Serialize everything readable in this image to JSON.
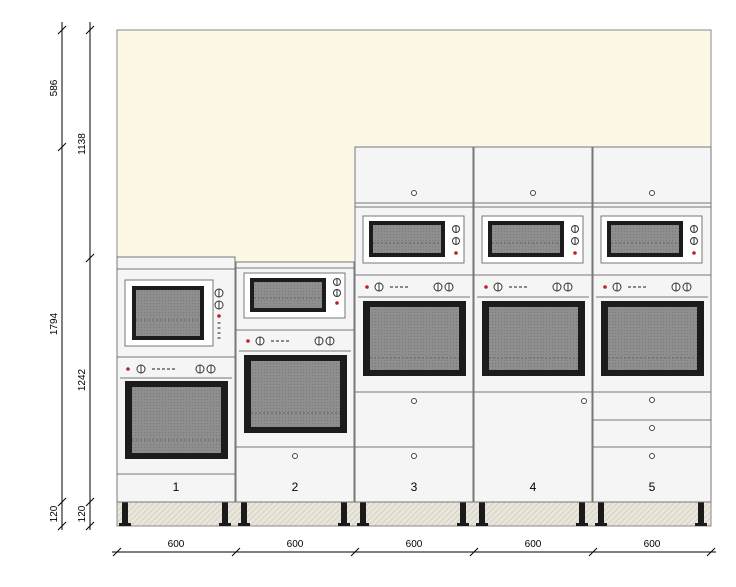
{
  "left_dimensions": {
    "outer": [
      "586",
      "1794",
      "120"
    ],
    "inner": [
      "1138",
      "1242",
      "120"
    ]
  },
  "bottom_dimensions": [
    "600",
    "600",
    "600",
    "600",
    "600"
  ],
  "units": [
    {
      "number": "1"
    },
    {
      "number": "2"
    },
    {
      "number": "3"
    },
    {
      "number": "4"
    },
    {
      "number": "5"
    }
  ],
  "colors": {
    "wall": "#fdf8e6",
    "cabinet": "#f5f5f5",
    "cabinet_stroke": "#777777",
    "window": "#8c8c8c",
    "window_frame": "#1a1a1a",
    "plinth": "#e4e0d6",
    "knob_accent": "#c0202a"
  }
}
